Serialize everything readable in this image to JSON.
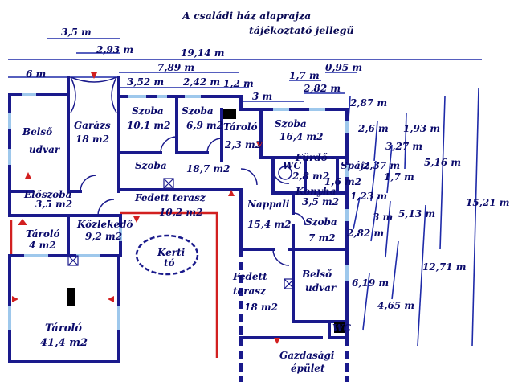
{
  "title": "A családi ház alaprajza",
  "subtitle": "tájékoztató jellegű",
  "colors": {
    "wall": "#1a1a8c",
    "dim": "#1e2aa8",
    "red": "#d22020",
    "window": "#9ec8ec",
    "text": "#0b0b6b"
  },
  "rooms": {
    "belso_udvar_1": {
      "name1": "Belső",
      "name2": "udvar"
    },
    "garazs": {
      "name": "Garázs",
      "area": "18 m2"
    },
    "szoba_1": {
      "name": "Szoba",
      "area": "10,1 m2"
    },
    "szoba_2": {
      "name": "Szoba",
      "area": "6,9 m2"
    },
    "tarolo_small": {
      "name": "Tároló",
      "area": "2,3 m2"
    },
    "szoba_3": {
      "name": "Szoba",
      "area": "16,4 m2"
    },
    "szoba_corridor": {
      "name": "Szoba",
      "area": "18,7 m2"
    },
    "furdo": {
      "name": "Fürdő -",
      "wc": "WC",
      "area": "2,8 m2"
    },
    "spajz": {
      "name": "Spájz",
      "area": "1,6 m2"
    },
    "konyha": {
      "name": "Konyha",
      "area": "3,5 m2"
    },
    "eloszoba": {
      "name": "Előszoba",
      "area": "3,5 m2"
    },
    "fedett_terasz_1": {
      "name": "Fedett terasz",
      "area": "10,2 m2"
    },
    "nappali": {
      "name": "Nappali",
      "area": "15,4 m2"
    },
    "szoba_4": {
      "name": "Szoba",
      "area": "7 m2"
    },
    "tarolo_4": {
      "name": "Tároló",
      "area": "4 m2"
    },
    "kozlekedo": {
      "name": "Közlekedő",
      "area": "9,2 m2"
    },
    "kerti_to": {
      "name1": "Kerti",
      "name2": "tó"
    },
    "fedett_terasz_2": {
      "name1": "Fedett",
      "name2": "terasz",
      "area": "18 m2"
    },
    "belso_udvar_2": {
      "name1": "Belső",
      "name2": "udvar"
    },
    "tarolo_big": {
      "name": "Tároló",
      "area": "41,4 m2"
    },
    "wc": {
      "name": "WC"
    },
    "gazdasagi": {
      "name1": "Gazdasági",
      "name2": "épület"
    }
  },
  "dims": {
    "d1": "3,5 m",
    "d2": "2,93 m",
    "d3": "19,14 m",
    "d4": "7,89 m",
    "d5": "6 m",
    "d6": "1,7 m",
    "d7": "0,95 m",
    "d8": "3,52 m",
    "d9": "2,42 m",
    "d10": "1,2 m",
    "d11": "2,82 m",
    "d12": "3 m",
    "d13": "2,87 m",
    "d14": "2,6 m",
    "d15": "1,93 m",
    "d16": "3,27 m",
    "d17": "2,37 m",
    "d18": "5,16 m",
    "d19": "1,7 m",
    "d20": "1,23 m",
    "d21": "3 m",
    "d22": "5,13 m",
    "d23": "15,21 m",
    "d24": "2,82 m",
    "d25": "12,71 m",
    "d26": "6,19 m",
    "d27": "4,65 m"
  }
}
